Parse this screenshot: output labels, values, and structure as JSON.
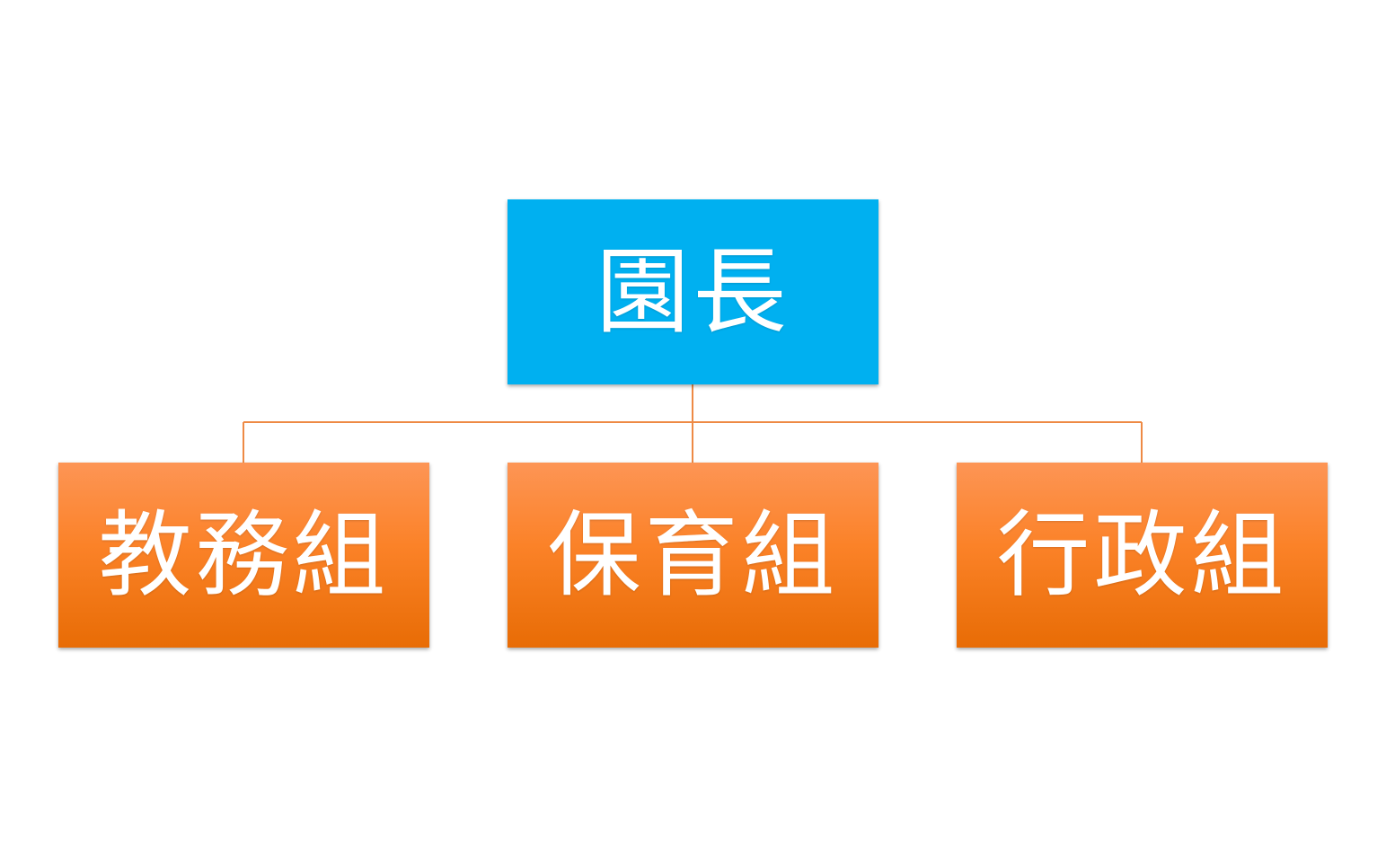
{
  "org_chart": {
    "root": {
      "label": "園長",
      "color": "#00b0f0"
    },
    "children": [
      {
        "label": "教務組"
      },
      {
        "label": "保育組"
      },
      {
        "label": "行政組"
      }
    ],
    "child_color": "#fb8228",
    "connector_color": "#ee8a45"
  }
}
